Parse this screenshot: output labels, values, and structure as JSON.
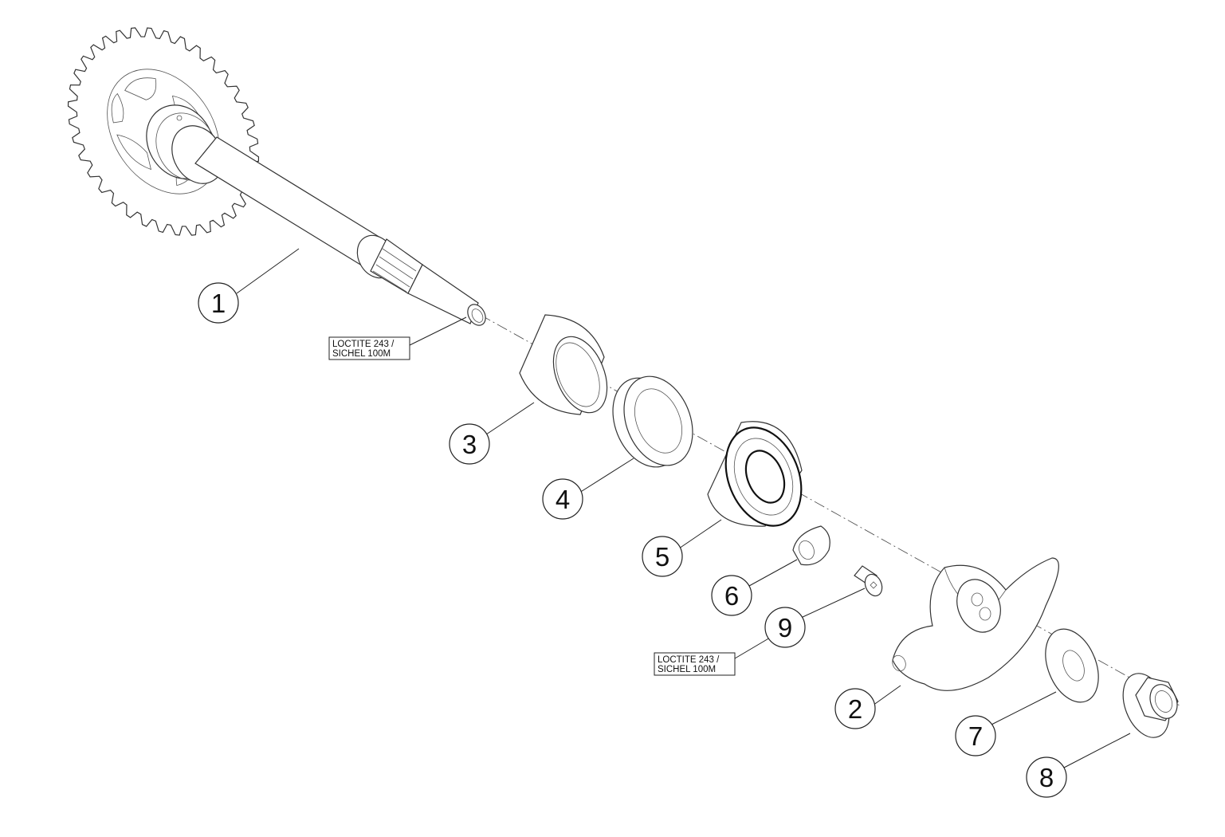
{
  "callouts": [
    "1",
    "2",
    "3",
    "4",
    "5",
    "6",
    "7",
    "8",
    "9"
  ],
  "notes": [
    {
      "line1": "LOCTITE 243 /",
      "line2": "SICHEL 100M"
    },
    {
      "line1": "LOCTITE 243 /",
      "line2": "SICHEL 100M"
    }
  ],
  "colors": {
    "line": "#333333",
    "background": "#ffffff"
  }
}
